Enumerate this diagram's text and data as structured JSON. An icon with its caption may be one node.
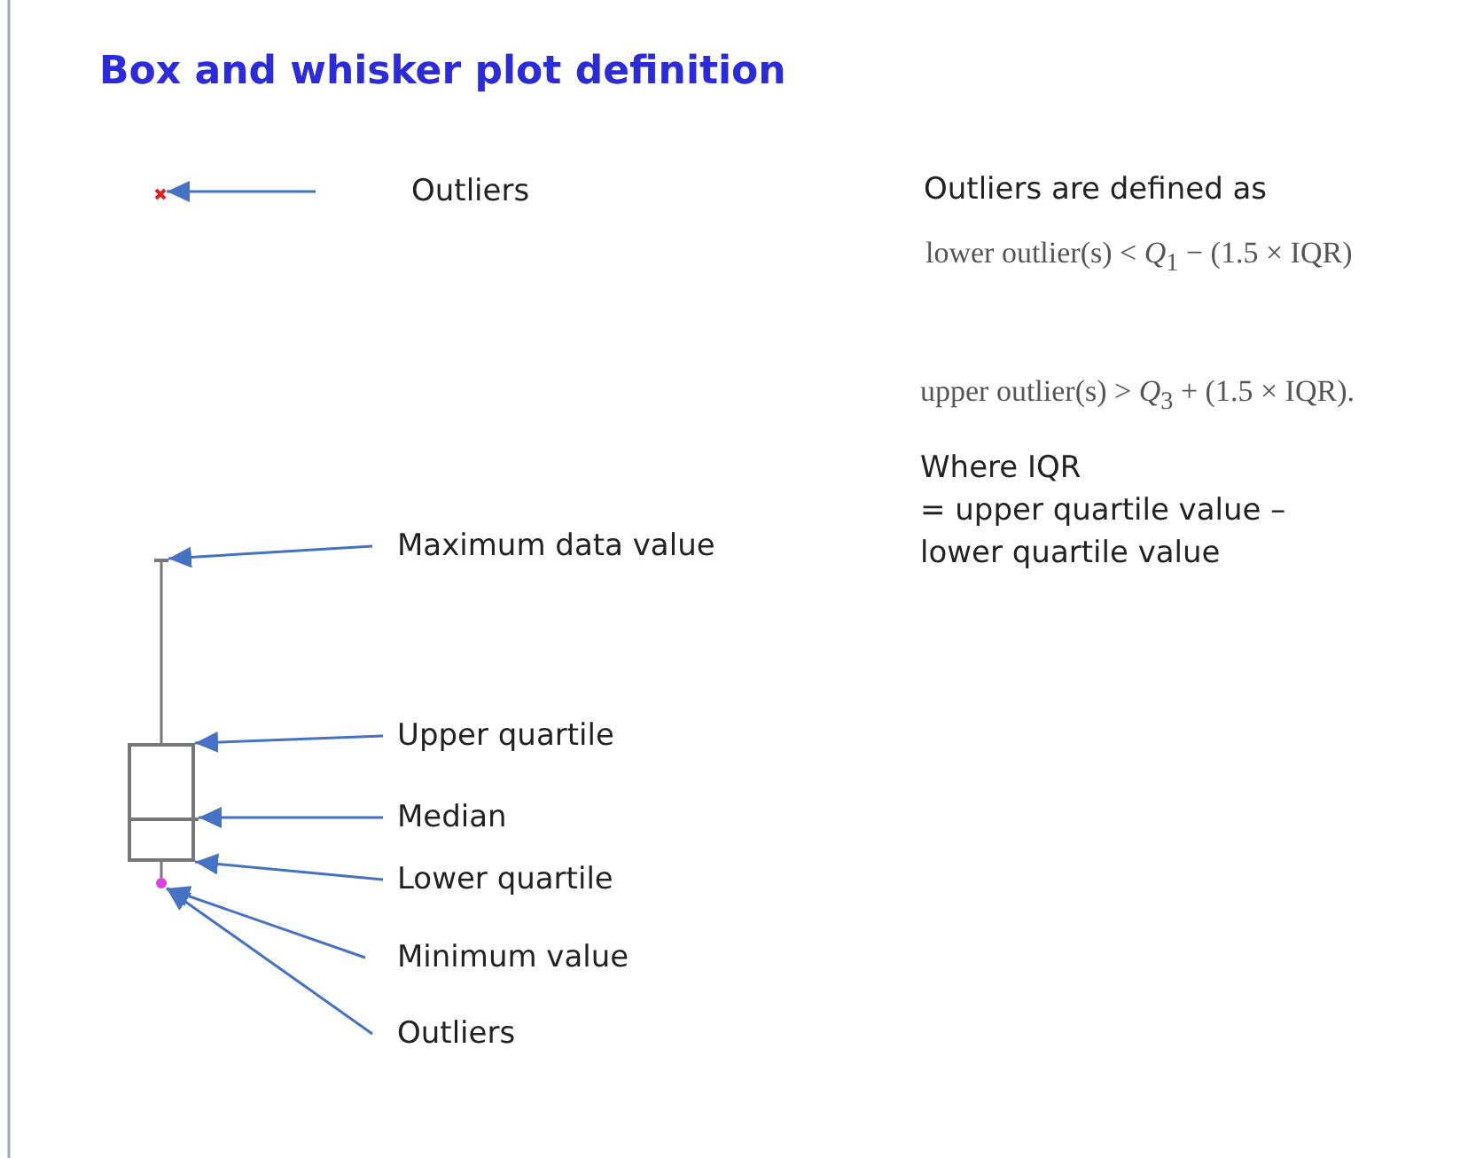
{
  "diagram": {
    "title": "Box and whisker plot definition",
    "nodes": [
      {
        "text": [
          "Outliers"
        ]
      },
      {
        "text": [],
        "shape": "cross"
      },
      {
        "text": [
          "Maximum data value"
        ]
      },
      {
        "text": [],
        "shape": "line"
      },
      {
        "text": [
          "Upper quartile"
        ]
      },
      {
        "text": [
          "Median"
        ]
      },
      {
        "text": [
          "Lower quartile"
        ]
      },
      {
        "text": [
          "Minimum value"
        ]
      },
      {
        "text": [
          "Outliers"
        ]
      },
      {
        "text": [],
        "shape": "box"
      },
      {
        "text": [],
        "shape": "line",
        "in": 9
      },
      {
        "text": [],
        "shape": "dot"
      }
    ],
    "edges": [
      {
        "from": 0,
        "to": 1,
        "arrow": "to"
      },
      {
        "from": 2,
        "to": 3,
        "arrow": "to"
      },
      {
        "from": 4,
        "to": 9,
        "arrow": "to"
      },
      {
        "from": 5,
        "to": 10,
        "arrow": "to"
      },
      {
        "from": 6,
        "to": 9,
        "arrow": "to"
      },
      {
        "from": 7,
        "to": 11,
        "arrow": "to"
      },
      {
        "from": 8,
        "to": 11,
        "arrow": "to"
      },
      {
        "from": 3,
        "to": 9,
        "arrow": "none",
        "color": "#777777"
      },
      {
        "from": 9,
        "to": 11,
        "arrow": "none",
        "color": "#777777"
      }
    ],
    "labels": [
      "Outliers are defined as",
      "lower outlier(s) < *Q*$_{1}$ − (1.5 × IQR)",
      "upper outlier(s) > *Q*$_{3}$ + (1.5 × IQR).",
      "Where IQR",
      "= upper quartile value – lower quartile value"
    ]
  }
}
